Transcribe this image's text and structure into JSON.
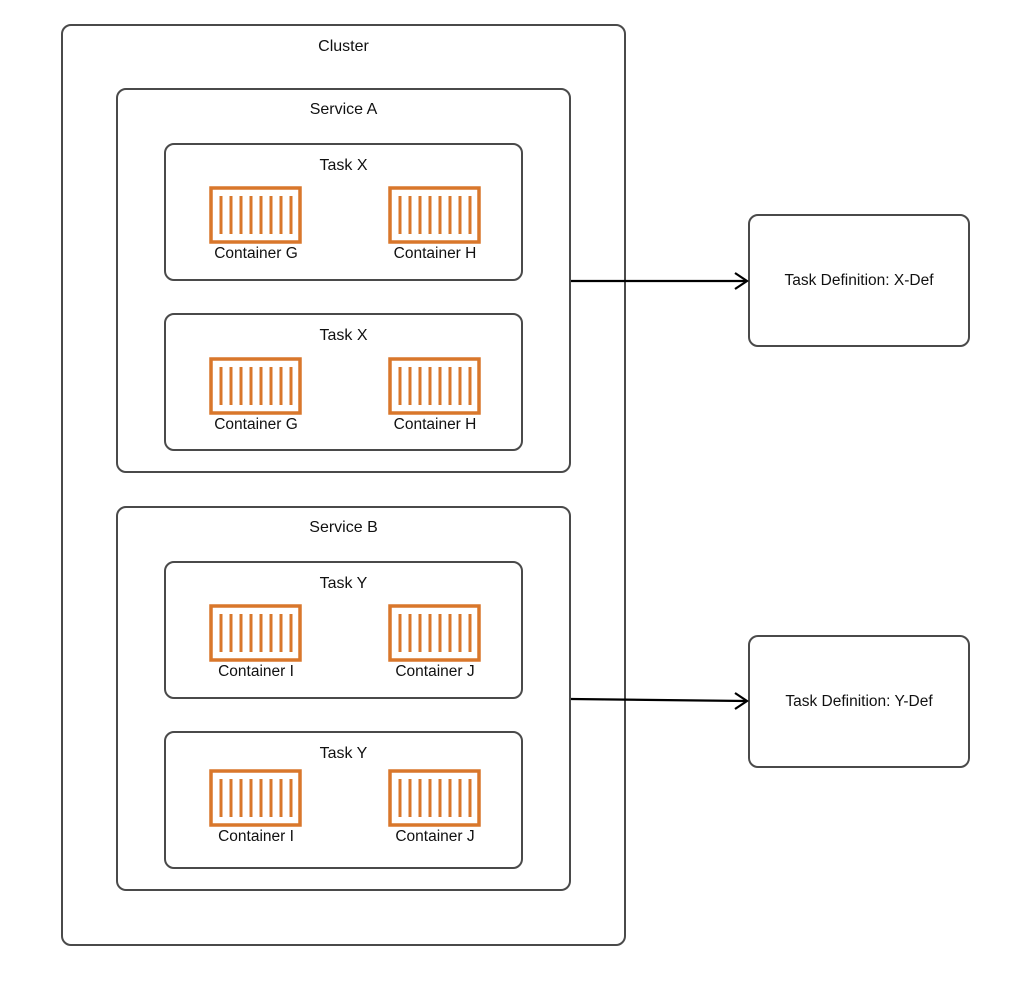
{
  "colors": {
    "border": "#4a4a4a",
    "container": "#d9772b",
    "arrow": "#000000"
  },
  "cluster": {
    "label": "Cluster",
    "services": [
      {
        "label": "Service A",
        "definition": "Task Definition: X-Def",
        "tasks": [
          {
            "label": "Task X",
            "containers": [
              "Container G",
              "Container H"
            ]
          },
          {
            "label": "Task X",
            "containers": [
              "Container G",
              "Container H"
            ]
          }
        ]
      },
      {
        "label": "Service B",
        "definition": "Task Definition: Y-Def",
        "tasks": [
          {
            "label": "Task Y",
            "containers": [
              "Container I",
              "Container J"
            ]
          },
          {
            "label": "Task Y",
            "containers": [
              "Container I",
              "Container J"
            ]
          }
        ]
      }
    ]
  },
  "icons": {
    "container": "container-icon"
  }
}
